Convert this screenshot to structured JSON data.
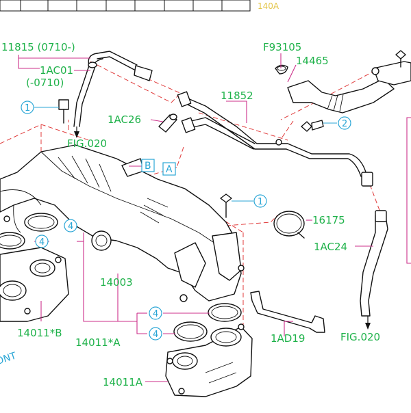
{
  "header": {
    "section_code": "140A"
  },
  "labels": {
    "part_11815": "11815 (0710-)",
    "part_1AC01": "1AC01",
    "part_1AC01_note": "(-0710)",
    "fig_020_top": "FIG.020",
    "part_1AC26": "1AC26",
    "part_11852": "11852",
    "part_F93105": "F93105",
    "part_14465": "14465",
    "part_16175": "16175",
    "part_1AC24": "1AC24",
    "fig_020_right": "FIG.020",
    "part_14003": "14003",
    "part_14011B": "14011*B",
    "part_14011A_star": "14011*A",
    "part_14011A": "14011A",
    "part_1AD19": "1AD19",
    "front_mark": "FRONT"
  },
  "callouts": {
    "c1_left": "1",
    "c1_mid": "1",
    "c2": "2",
    "c4_left": "4",
    "c4_mid": "4",
    "c4_r1": "4",
    "c4_r2": "4"
  },
  "ref_boxes": {
    "a": "A",
    "b": "B"
  },
  "colors": {
    "label_green": "#1fb24a",
    "callout_blue": "#2aa6d6",
    "leader_magenta": "#cc2f8a",
    "dash_red": "#e03a3a",
    "header_yellow": "#e3c64a"
  }
}
